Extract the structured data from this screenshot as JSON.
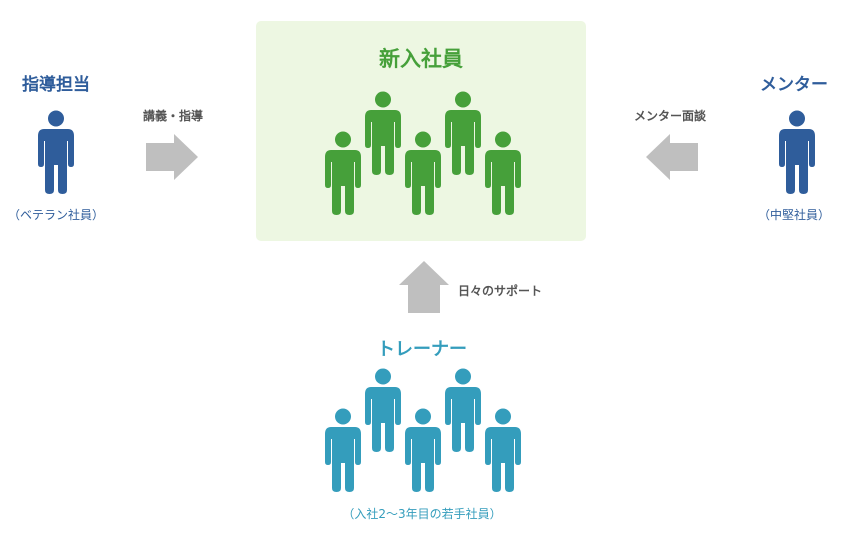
{
  "colors": {
    "navy": "#2f5d9b",
    "green": "#46a03a",
    "teal": "#349dbc",
    "box_bg": "#edf7e2",
    "arrow": "#bfbfbf",
    "label": "#555555"
  },
  "left": {
    "title": "指導担当",
    "subtitle": "（ベテラン社員）",
    "icon": "person-icon"
  },
  "right": {
    "title": "メンター",
    "subtitle": "（中堅社員）",
    "icon": "person-icon"
  },
  "center": {
    "title": "新入社員",
    "icon": "group-of-people-icon",
    "people_count": 5
  },
  "bottom": {
    "title": "トレーナー",
    "subtitle": "（入社2～3年目の若手社員）",
    "icon": "group-of-people-icon",
    "people_count": 5
  },
  "arrows": {
    "left_to_center": {
      "label": "講義・指導",
      "icon": "arrow-right-icon"
    },
    "right_to_center": {
      "label": "メンター面談",
      "icon": "arrow-left-icon"
    },
    "bottom_to_center": {
      "label": "日々のサポート",
      "icon": "arrow-up-icon"
    }
  }
}
